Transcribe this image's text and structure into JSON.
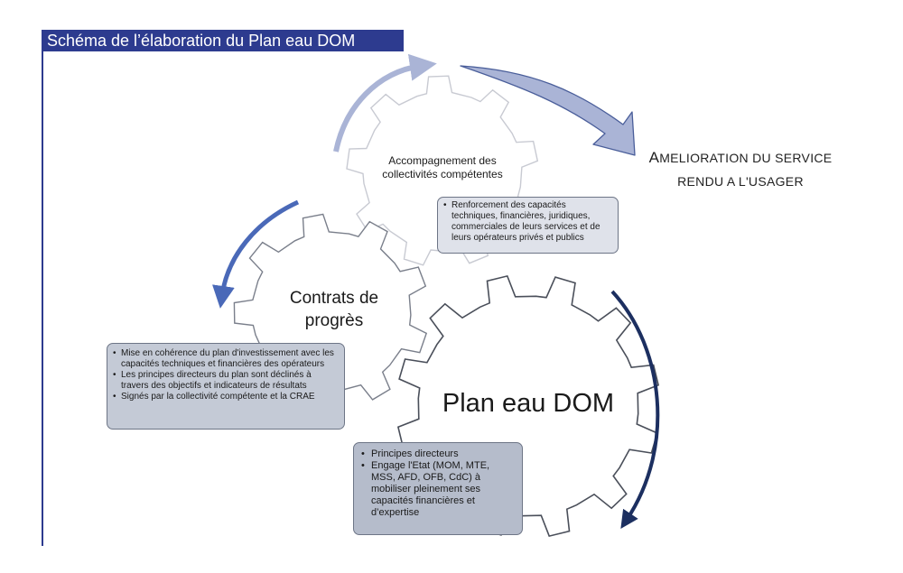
{
  "title": "Schéma de l’élaboration du Plan eau DOM",
  "gears": {
    "accompagnement": "Accompagnement des collectivités compétentes",
    "contrats": "Contrats de progrès",
    "plan": "Plan eau DOM"
  },
  "result": {
    "line1_initial": "A",
    "line1_rest": "MELIORATION DU SERVICE",
    "line2": "RENDU A L'USAGER"
  },
  "boxes": {
    "renforcement": {
      "items": [
        "Renforcement des capacités techniques, financières, juridiques, commerciales de leurs services et de leurs opérateurs privés et publics"
      ]
    },
    "contrats": {
      "items": [
        "Mise en cohérence du plan d'investissement avec les capacités techniques et financières des opérateurs",
        "Les principes directeurs du plan sont déclinés à travers des objectifs et indicateurs de résultats",
        "Signés par la collectivité compétente et la CRAE"
      ]
    },
    "plan": {
      "items": [
        "Principes directeurs",
        "Engage l'Etat (MOM, MTE, MSS, AFD, OFB, CdC) à mobiliser pleinement ses capacités financières et d’expertise"
      ]
    }
  },
  "colors": {
    "title_bg": "#2d3b8f",
    "arrow_light": "#aab4d6",
    "arrow_medium": "#4a69b8",
    "arrow_dark": "#1c2f60",
    "gear_stroke_light": "#c8cad2",
    "gear_stroke_dark": "#555a66"
  }
}
